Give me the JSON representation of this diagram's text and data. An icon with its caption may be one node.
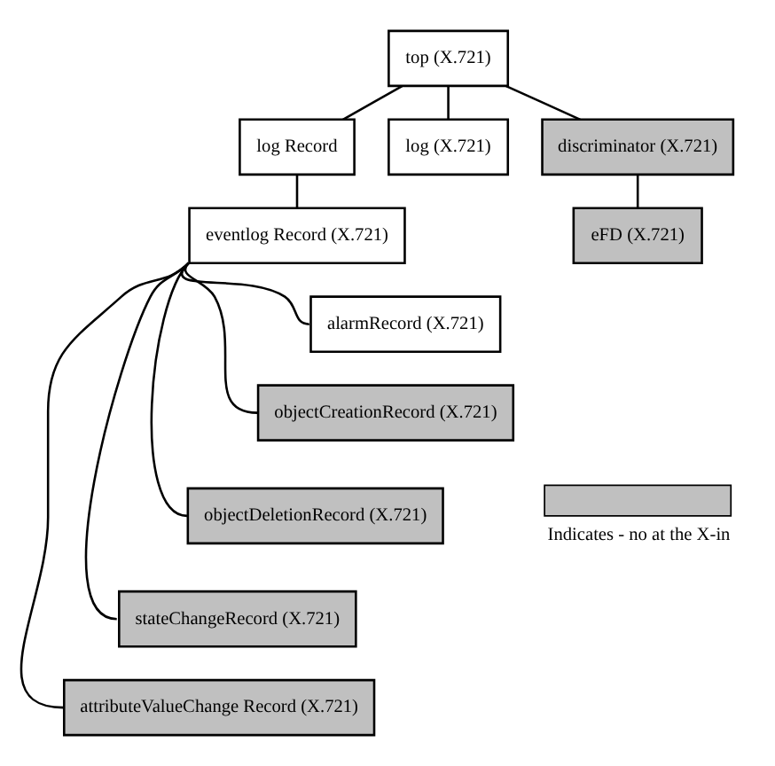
{
  "diagram": {
    "nodes": [
      {
        "text": [
          "top (X.721)"
        ]
      },
      {
        "text": [
          "log Record"
        ]
      },
      {
        "text": [
          "log (X.721)"
        ]
      },
      {
        "text": [
          "discriminator (X.721)"
        ]
      },
      {
        "text": [
          "eFD (X.721)"
        ]
      },
      {
        "text": [
          "eventlog Record (X.721)"
        ]
      },
      {
        "text": [
          "alarmRecord (X.721)"
        ]
      },
      {
        "text": [
          "objectCreationRecord (X.721)"
        ]
      },
      {
        "text": [
          "objectDeletionRecord (X.721)"
        ]
      },
      {
        "text": [
          "stateChangeRecord (X.721)"
        ]
      },
      {
        "text": [
          "attributeValueChange Record (X.721)"
        ]
      }
    ],
    "edges": [
      {
        "from": 0,
        "to": 1,
        "arrow": "none"
      },
      {
        "from": 0,
        "to": 2,
        "arrow": "none"
      },
      {
        "from": 0,
        "to": 3,
        "arrow": "none"
      },
      {
        "from": 3,
        "to": 4,
        "arrow": "none"
      },
      {
        "from": 1,
        "to": 5,
        "arrow": "none"
      },
      {
        "from": 5,
        "to": 6,
        "arrow": "none"
      },
      {
        "from": 5,
        "to": 7,
        "arrow": "none"
      },
      {
        "from": 5,
        "to": 8,
        "arrow": "none"
      },
      {
        "from": 5,
        "to": 9,
        "arrow": "none"
      },
      {
        "from": 5,
        "to": 10,
        "arrow": "none"
      }
    ],
    "legend": [
      {
        "text": "Indicates - no at the X-in",
        "color": "#c0c0c0"
      }
    ]
  }
}
